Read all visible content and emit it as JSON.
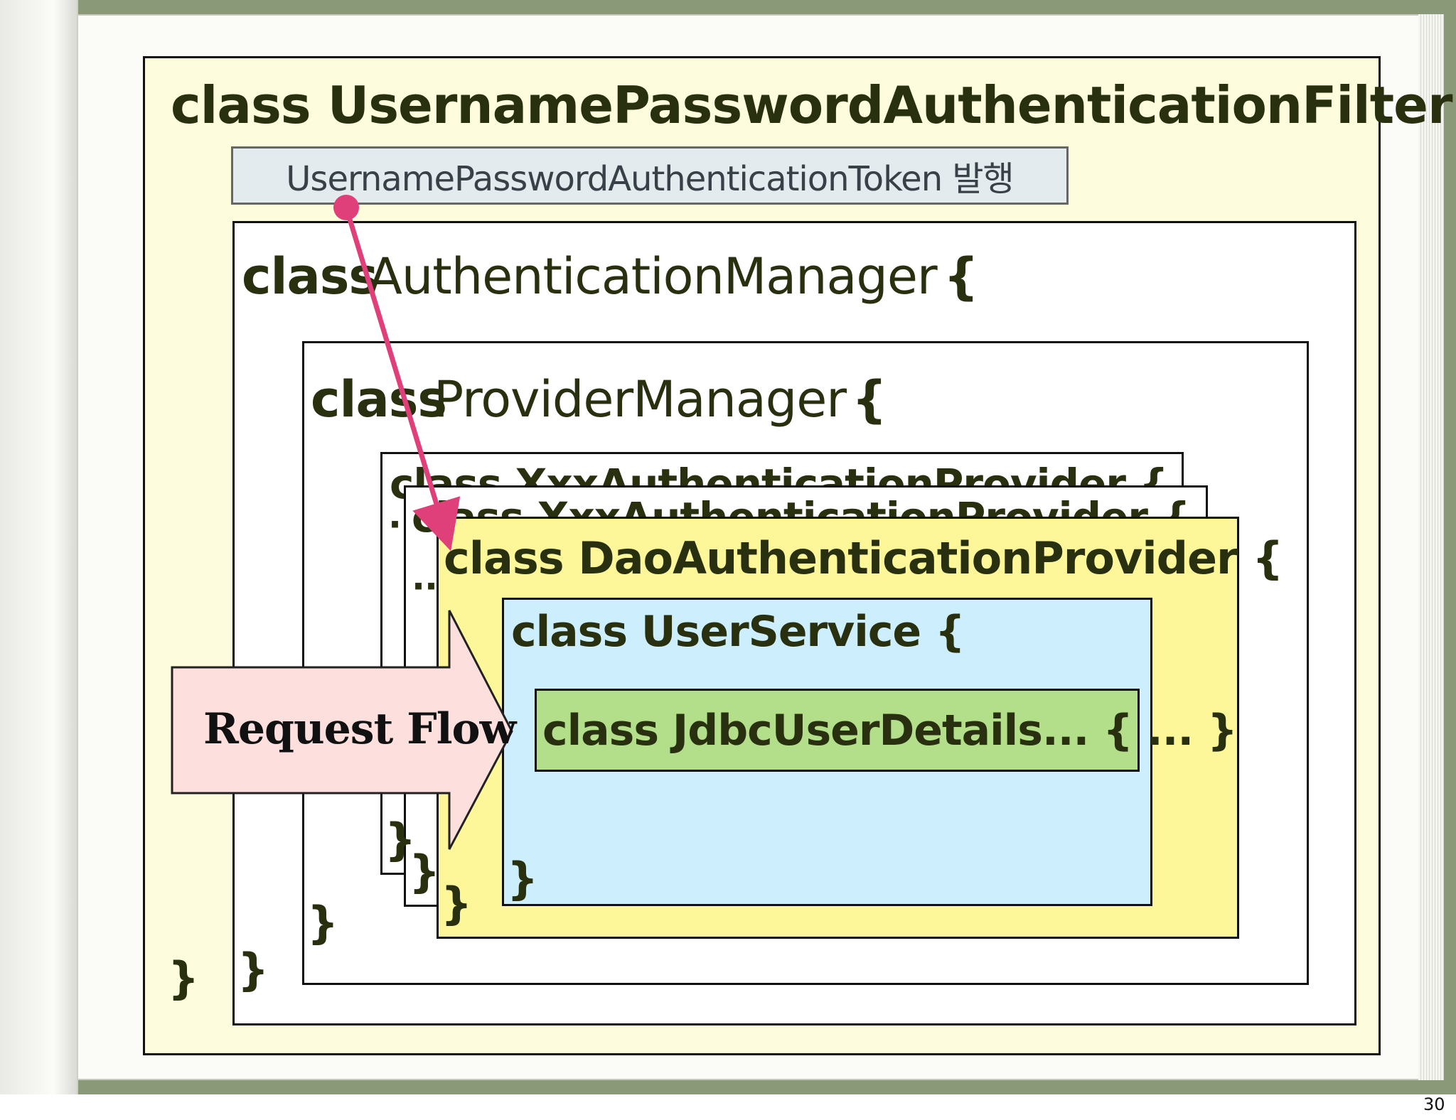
{
  "colors": {
    "filter_bg": "#fdfcdc",
    "token_bg": "#e4ebee",
    "dao_bg": "#fdf79a",
    "user_service_bg": "#cdeefc",
    "jdbc_bg": "#b3de8a",
    "request_flow_bg": "#fde0de",
    "arrow": "#e0407a"
  },
  "diagram": {
    "filter_title": "class UsernamePasswordAuthenticationFilter {",
    "token_label": "UsernamePasswordAuthenticationToken 발행",
    "auth_manager": {
      "keyword": "class",
      "name": "AuthenticationManager",
      "brace": "{"
    },
    "provider_manager": {
      "keyword": "class",
      "name": "ProviderManager",
      "brace": "{"
    },
    "xxx_provider_title": "class XxxAuthenticationProvider {",
    "xxx_dots_1": "·",
    "xxx_dots_2": "··",
    "dao_provider_title": "class DaoAuthenticationProvider {",
    "user_service_title": "class UserService {",
    "jdbc_title": "class JdbcUserDetails... { ... }",
    "close_brace": "}",
    "request_flow": "Request Flow"
  },
  "page_number": "30"
}
